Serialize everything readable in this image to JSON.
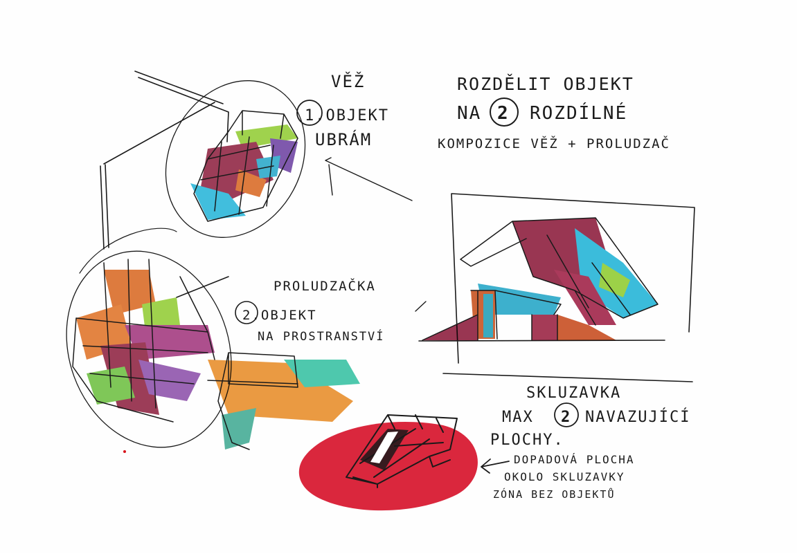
{
  "notes": {
    "tower_title": "VĚŽ",
    "tower_obj_1": "1.OBJEKT",
    "tower_obj_2": "UBRÁM",
    "split_1": "ROZDĚLIT OBJEKT",
    "split_2_a": "NA",
    "split_2_num": "2",
    "split_2_b": "ROZDÍLNÉ",
    "split_3": "KOMPOZICE VĚŽ + PROLUDZAČ",
    "walk_title": "PROLUDZAČKA",
    "walk_obj": "2.OBJEKT",
    "walk_space": "NA PROSTRANSTVÍ",
    "slide_title": "SKLUZAVKA",
    "slide_max": "MAX",
    "slide_num": "2",
    "slide_adj": "NAVAZUJÍCÍ",
    "slide_areas": "PLOCHY.",
    "zone_1": "DOPADOVÁ PLOCHA",
    "zone_2": "OKOLO SKLUZAVKY",
    "zone_3": "ZÓNA BEZ OBJEKTŮ"
  },
  "colors": {
    "ink": "#1a1a1a",
    "wine": "#8c1a3a",
    "cyan": "#1fb4d8",
    "lime": "#8fcc2e",
    "orange": "#d8641c",
    "magenta": "#a0307a",
    "red": "#d8142c",
    "teal": "#2fc0a0"
  },
  "icons": {
    "circle_one": "circled-number-icon",
    "circle_two": "circled-number-icon",
    "arrow": "arrow-left-icon"
  }
}
